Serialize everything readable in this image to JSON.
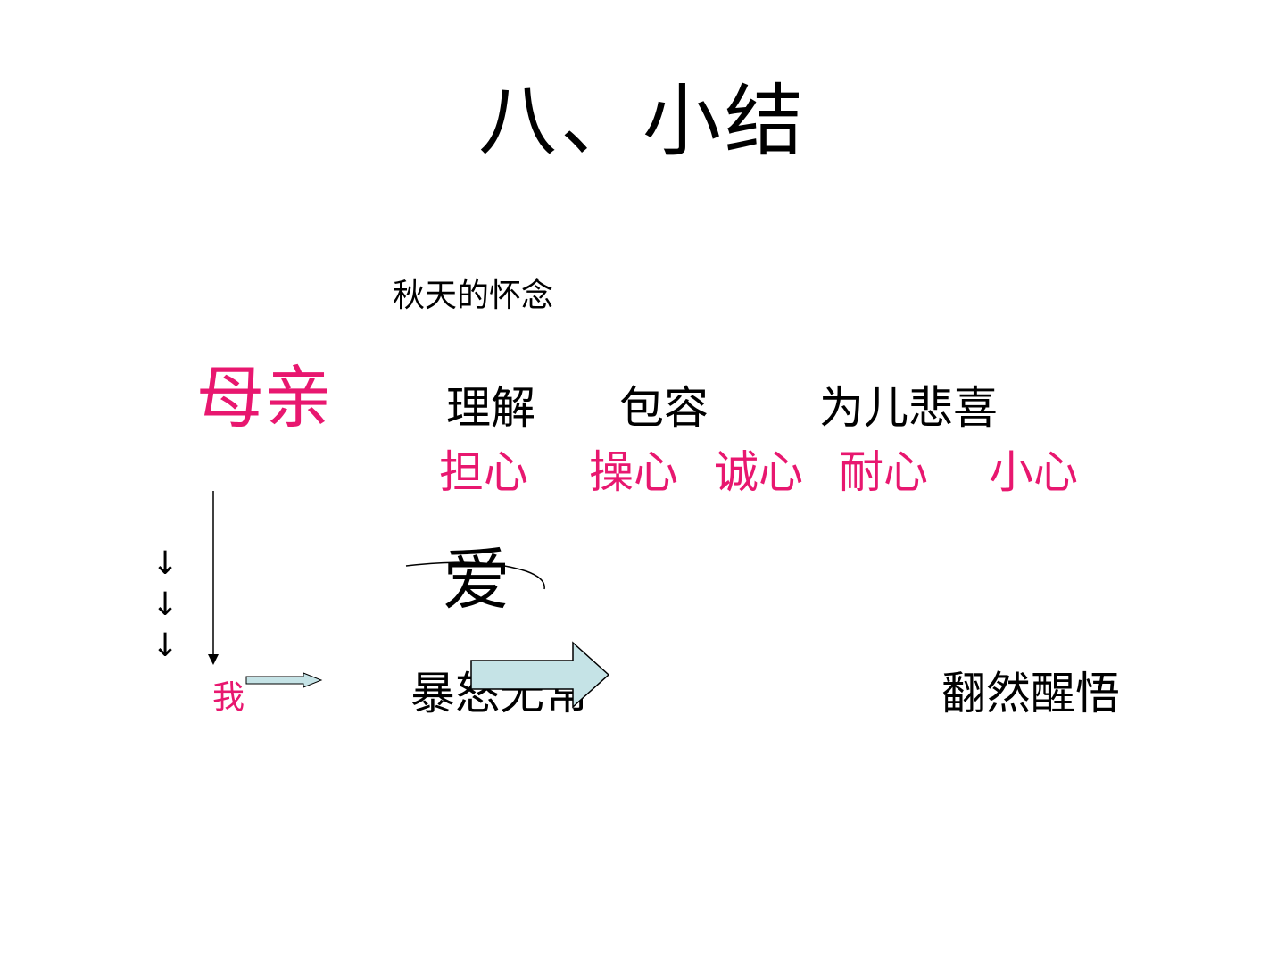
{
  "title": "八、小结",
  "subtitle": "秋天的怀念",
  "mother_label": "母亲",
  "qualities_row1": [
    "理解",
    "包容",
    "为儿悲喜"
  ],
  "qualities_row2": [
    "担心",
    "操心",
    "诚心",
    "耐心",
    "小心"
  ],
  "love_char": "爱",
  "me_label": "我",
  "before_state": "暴怒无常",
  "after_state": "翻然醒悟",
  "down_arrow_glyph": "↓",
  "colors": {
    "accent_pink": "#e8176f",
    "text": "#000000",
    "arrow_fill": "#c5e3e6",
    "background": "#ffffff"
  }
}
